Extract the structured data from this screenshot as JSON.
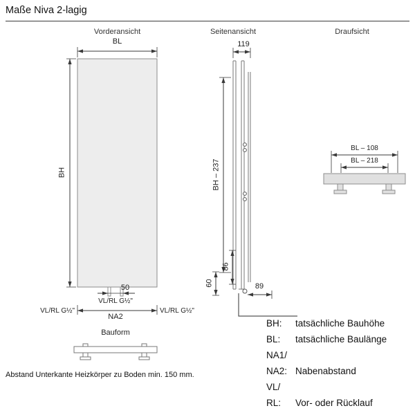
{
  "title": "Maße Niva 2-lagig",
  "views": {
    "front": {
      "label": "Vorderansicht",
      "dim_bl": "BL",
      "dim_bh": "BH",
      "dim_50": "50",
      "conn_center": "VL/RL G½\"",
      "dim_na2": "NA2",
      "conn_left": "VL/RL G½\"",
      "conn_right": "VL/RL G½\"",
      "bauform_label": "Bauform"
    },
    "side": {
      "label": "Seitenansicht",
      "dim_119": "119",
      "dim_bh237": "BH – 237",
      "dim_86": "86",
      "dim_60": "60",
      "dim_89": "89"
    },
    "top": {
      "label": "Draufsicht",
      "dim_bl108": "BL – 108",
      "dim_bl218": "BL – 218"
    }
  },
  "footnote": "Abstand Unterkante Heizkörper zu Boden min. 150 mm.",
  "legend": [
    {
      "abbr": "BH:",
      "text": "tatsächliche Bauhöhe"
    },
    {
      "abbr": "BL:",
      "text": "tatsächliche Baulänge"
    },
    {
      "abbr": "NA1/",
      "text": ""
    },
    {
      "abbr": "NA2:",
      "text": "Nabenabstand"
    },
    {
      "abbr": "VL/",
      "text": ""
    },
    {
      "abbr": "RL:",
      "text": "Vor- oder Rücklauf"
    }
  ],
  "colors": {
    "line_dark": "#3a3a3a",
    "line_object": "#8c8c8c",
    "fill_panel": "#ededed",
    "fill_bar": "#e0e0e0",
    "text": "#1a1a1a"
  }
}
